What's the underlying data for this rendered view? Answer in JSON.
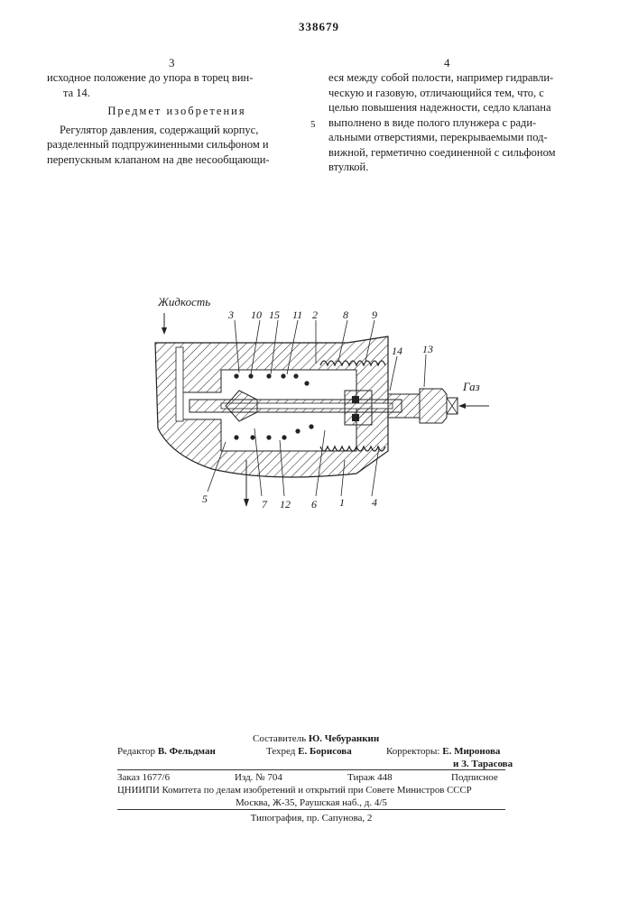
{
  "patent_number": "338679",
  "left_column": {
    "number": "3",
    "intro_lines": [
      "исходное положение до упора в торец вин-",
      "та  14."
    ],
    "heading": "Предмет изобретения",
    "claim_lines": [
      "Регулятор давления, содержащий корпус,",
      "разделенный подпружиненными сильфоном и",
      "перепускным клапаном на две несообщающи-"
    ],
    "line_number": "5"
  },
  "right_column": {
    "number": "4",
    "lines": [
      "еся между собой полости, например гидравли-",
      "ческую и газовую, отличающийся тем, что, с",
      "целью повышения надежности, седло клапана",
      "выполнено в виде полого плунжера с ради-",
      "альными отверстиями, перекрываемыми под-",
      "вижной, герметично соединенной с сильфоном",
      "втулкой."
    ]
  },
  "figure": {
    "label_liquid": "Жидкость",
    "label_gas": "Газ",
    "top_numbers": [
      "3",
      "10",
      "15",
      "11",
      "2",
      "8",
      "9",
      "14",
      "13"
    ],
    "bottom_numbers": [
      "5",
      "7",
      "12",
      "6",
      "1",
      "4"
    ]
  },
  "footer": {
    "compiler_label": "Составитель",
    "compiler_name": "Ю. Чебуранкин",
    "editor_label": "Редактор",
    "editor_name": "В. Фельдман",
    "techred_label": "Техред",
    "techred_name": "Е. Борисова",
    "correctors_label": "Корректоры:",
    "corrector_1": "Е. Миронова",
    "corrector_2": "и  З. Тарасова",
    "order": "Заказ 1677/6",
    "edition": "Изд. № 704",
    "circulation": "Тираж 448",
    "subscription": "Подписное",
    "org_line": "ЦНИИПИ Комитета по делам изобретений и открытий при Совете Министров СССР",
    "address": "Москва, Ж-35, Раушская наб., д. 4/5",
    "printing": "Типография, пр. Сапунова, 2"
  }
}
